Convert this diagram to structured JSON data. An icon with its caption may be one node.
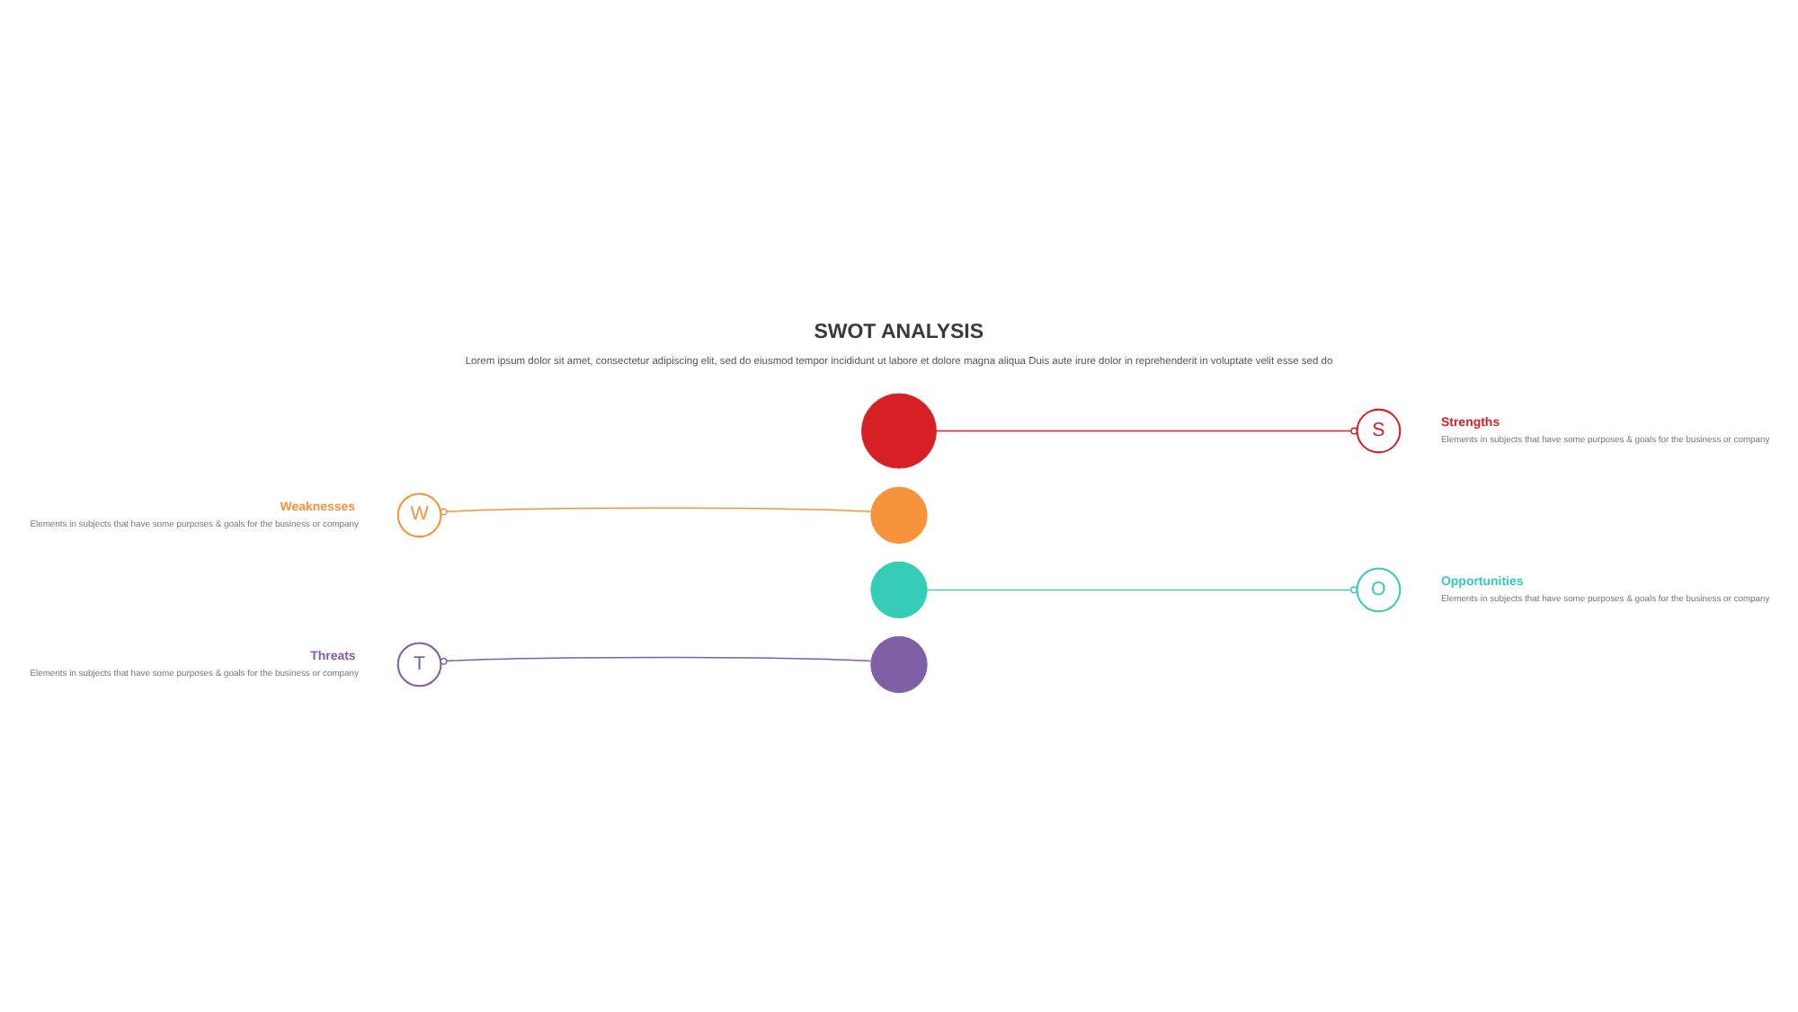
{
  "diagram": {
    "title": "SWOT ANALYSIS",
    "nodes": [
      {
        "text": [],
        "shape": "circle"
      },
      {
        "text": [
          "S"
        ],
        "beside": [
          "Strengths",
          "Elements in subjects that have some purposes & goals for the business or company"
        ]
      },
      {
        "text": [
          "W"
        ],
        "beside": [
          "Weaknesses",
          "Elements in subjects that have some purposes & goals for the business or company"
        ]
      },
      {
        "text": [],
        "shape": "circle"
      },
      {
        "text": [],
        "shape": "circle"
      },
      {
        "text": [
          "O"
        ],
        "beside": [
          "Opportunities",
          "Elements in subjects that have some purposes & goals for the business or company"
        ]
      },
      {
        "text": [
          "T"
        ],
        "beside": [
          "Threats",
          "Elements in subjects that have some purposes & goals for the business or company"
        ]
      },
      {
        "text": [],
        "shape": "circle"
      }
    ],
    "edges": [
      {
        "from": 0,
        "to": 1,
        "arrow": "other",
        "color": "#d71f26"
      },
      {
        "from": 3,
        "to": 2,
        "arrow": "other",
        "color": "#f7933b"
      },
      {
        "from": 4,
        "to": 5,
        "arrow": "other",
        "color": "#35cdb8"
      },
      {
        "from": 7,
        "to": 6,
        "arrow": "other",
        "color": "#7f5fa6"
      }
    ],
    "labels": [
      "Lorem ipsum dolor sit amet, consectetur adipiscing elit, sed do eiusmod tempor incididunt ut labore et dolore magna aliqua Duis aute irure dolor in reprehenderit in voluptate velit esse sed do"
    ]
  }
}
